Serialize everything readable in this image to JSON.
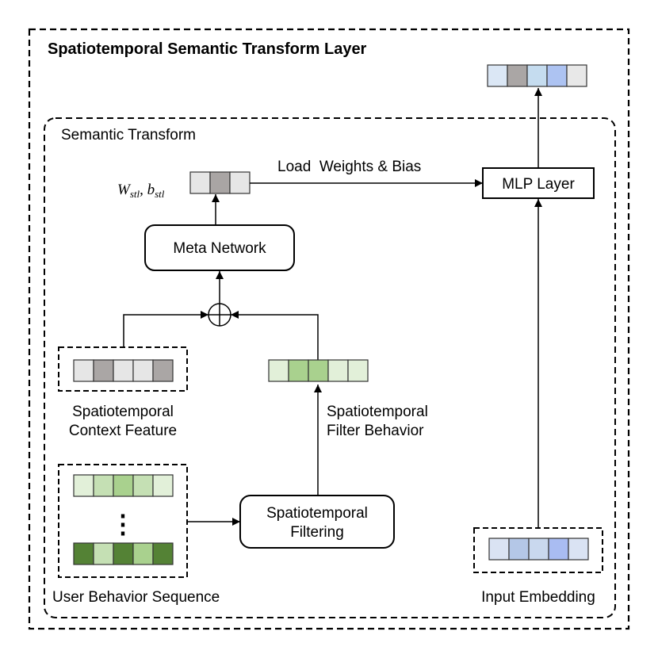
{
  "title": "Spatiotemporal Semantic Transform Layer",
  "semantic_transform_label": "Semantic Transform",
  "weights_label": {
    "w": "W",
    "w_sub": "stl",
    "sep": ", ",
    "b": "b",
    "b_sub": "stl"
  },
  "load_label": "Load  Weights & Bias",
  "mlp_label": "MLP Layer",
  "meta_label": "Meta Network",
  "context_label": [
    "Spatiotemporal",
    "Context Feature"
  ],
  "filter_behavior_label": [
    "Spatiotemporal",
    "Filter Behavior"
  ],
  "filtering_label": [
    "Spatiotemporal",
    "Filtering"
  ],
  "user_seq_label": "User Behavior Sequence",
  "input_emb_label": "Input Embedding",
  "ellipsis": "⋮",
  "colors": {
    "output": [
      "#dbe7f5",
      "#aaa6a5",
      "#c5dcef",
      "#adc3f2",
      "#e8e8e8"
    ],
    "weights": [
      "#e6e6e6",
      "#a9a5a4",
      "#e6e6e6"
    ],
    "context": [
      "#e6e6e6",
      "#aaa6a5",
      "#e6e6e6",
      "#e6e6e6",
      "#aaa6a5"
    ],
    "filter": [
      "#e2f0d9",
      "#a9d18e",
      "#a9d18e",
      "#e2f0d9",
      "#e2f0d9"
    ],
    "seq_top": [
      "#e2f0d9",
      "#c5e0b4",
      "#a9d18e",
      "#c5e0b4",
      "#e2f0d9"
    ],
    "seq_bottom": [
      "#548235",
      "#c5e0b4",
      "#548235",
      "#a9d18e",
      "#548235"
    ],
    "input": [
      "#dae3f3",
      "#b4c7e7",
      "#c9d8ee",
      "#a9bcf2",
      "#dae3f3"
    ]
  }
}
